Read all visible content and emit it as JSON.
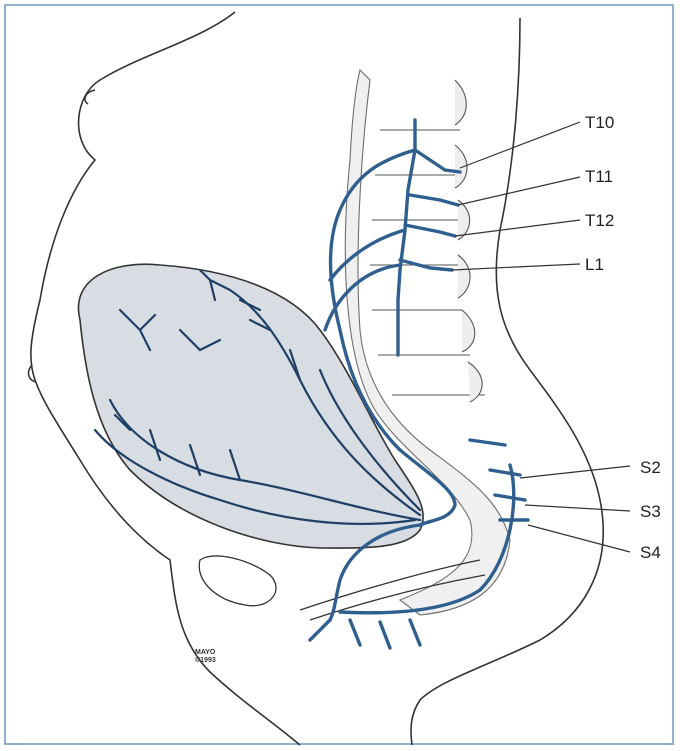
{
  "labels": {
    "t10": "T10",
    "t11": "T11",
    "t12": "T12",
    "l1": "L1",
    "s2": "S2",
    "s3": "S3",
    "s4": "S4"
  },
  "signature": {
    "line1": "MAYO",
    "line2": "©1993"
  },
  "colors": {
    "frame": "#8fb0cf",
    "nerve": "#2f5f8f",
    "nerve_light": "#4a7bb0",
    "uterus_fill": "#d8dde3",
    "outline": "#333333",
    "spine_fill": "#eeeeee"
  }
}
